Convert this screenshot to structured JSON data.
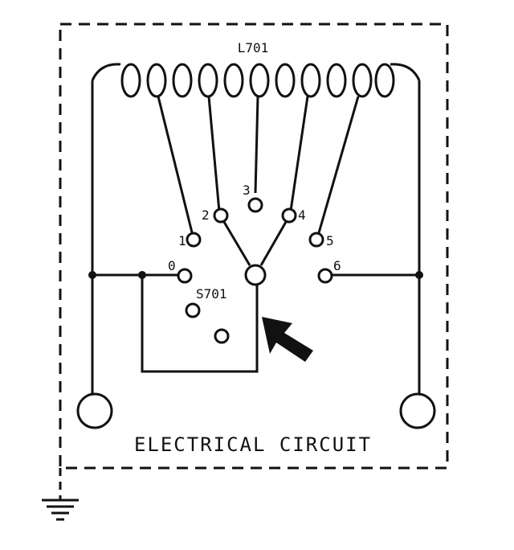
{
  "inductor": {
    "label": "L701"
  },
  "switch": {
    "label": "S701",
    "positions": [
      "0",
      "1",
      "2",
      "3",
      "4",
      "5",
      "6"
    ]
  },
  "caption": "ELECTRICAL CIRCUIT"
}
